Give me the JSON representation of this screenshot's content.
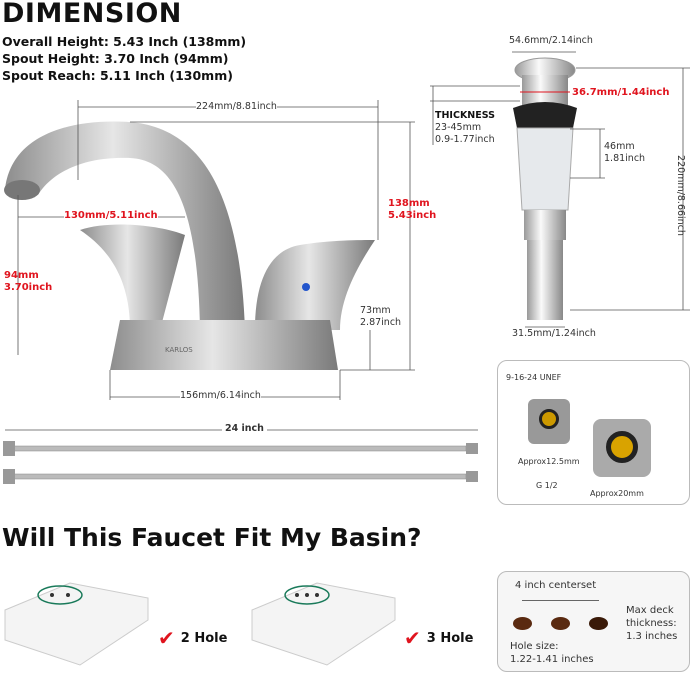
{
  "header": {
    "title": "DIMENSION",
    "specs": [
      "Overall Height: 5.43 Inch (138mm)",
      "Spout Height: 3.70 Inch (94mm)",
      "Spout Reach: 5.11 Inch (130mm)"
    ]
  },
  "faucet": {
    "width": "224mm/8.81inch",
    "overall_height_mm": "138mm",
    "overall_height_in": "5.43inch",
    "reach": "130mm/5.11inch",
    "spout_height_mm": "94mm",
    "spout_height_in": "3.70inch",
    "base_height_mm": "73mm",
    "base_height_in": "2.87inch",
    "base_width": "156mm/6.14inch",
    "brand": "KARLOS"
  },
  "drain": {
    "top_diameter": "54.6mm/2.14inch",
    "neck_diameter": "36.7mm/1.44inch",
    "thickness_label": "THICKNESS",
    "thickness_mm": "23-45mm",
    "thickness_in": "0.9-1.77inch",
    "thread_mm": "46mm",
    "thread_in": "1.81inch",
    "length": "220mm/8.66inch",
    "bottom_diameter": "31.5mm/1.24inch"
  },
  "hoses": {
    "length": "24 inch",
    "thread": "9-16-24 UNEF",
    "small_size": "Approx12.5mm",
    "fitting": "G 1/2",
    "large_size": "Approx20mm"
  },
  "fit": {
    "question": "Will This Faucet Fit My Basin?",
    "option1": "2 Hole",
    "option2": "3 Hole",
    "check": "✔"
  },
  "centerset": {
    "title": "4 inch centerset",
    "deck1": "Max deck",
    "deck2": "thickness:",
    "deck3": "1.3 inches",
    "hole1": "Hole size:",
    "hole2": "1.22-1.41 inches"
  },
  "colors": {
    "accent": "#e0141e"
  }
}
